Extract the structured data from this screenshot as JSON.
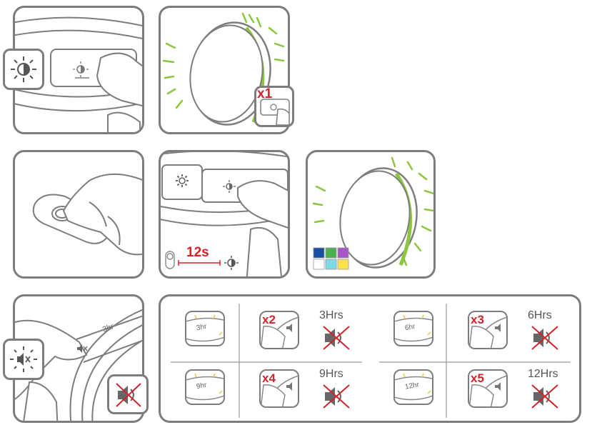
{
  "colors": {
    "outline": "#7d7d7d",
    "glow": "#8cc63f",
    "red": "#d2232a",
    "swatches": [
      "#1a4fa0",
      "#4caf50",
      "#a855c8",
      "#ffffff",
      "#7fd8e6",
      "#ffe14d"
    ]
  },
  "icons": {
    "brightness": "sun-half-icon",
    "settings": "sun-gear-icon",
    "mute": "speaker-mute-icon",
    "timer_off": "speaker-crossed-icon"
  },
  "step2": {
    "press_count": "x1"
  },
  "step4": {
    "hold_time": "12s"
  },
  "step6": {
    "ring_label": "3hr",
    "table": [
      {
        "ring_label": "3hr",
        "count": "x2",
        "duration": "3Hrs"
      },
      {
        "ring_label": "6hr",
        "count": "x3",
        "duration": "6Hrs"
      },
      {
        "ring_label": "9hr",
        "count": "x4",
        "duration": "9Hrs"
      },
      {
        "ring_label": "12hr",
        "count": "x5",
        "duration": "12Hrs"
      }
    ]
  }
}
